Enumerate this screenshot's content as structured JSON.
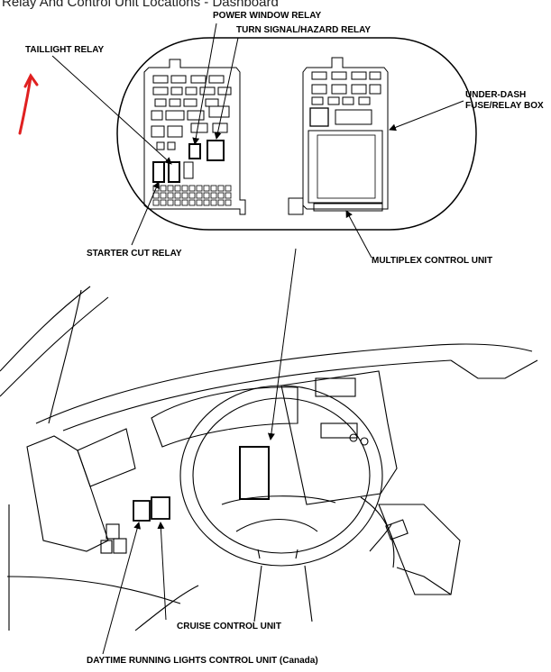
{
  "title": "Relay And Control Unit Locations - Dashboard",
  "labels": {
    "power_window_relay": "POWER WINDOW RELAY",
    "turn_signal_relay": "TURN SIGNAL/HAZARD RELAY",
    "taillight_relay": "TAILLIGHT RELAY",
    "under_dash_1": "UNDER-DASH",
    "under_dash_2": "FUSE/RELAY BOX",
    "starter_cut_relay": "STARTER CUT RELAY",
    "multiplex_control_unit": "MULTIPLEX CONTROL UNIT",
    "cruise_control_unit": "CRUISE CONTROL UNIT",
    "drl_control_unit": "DAYTIME RUNNING LIGHTS CONTROL UNIT (Canada)"
  },
  "colors": {
    "annotation_arrow": "#e02020",
    "line": "#000000"
  }
}
